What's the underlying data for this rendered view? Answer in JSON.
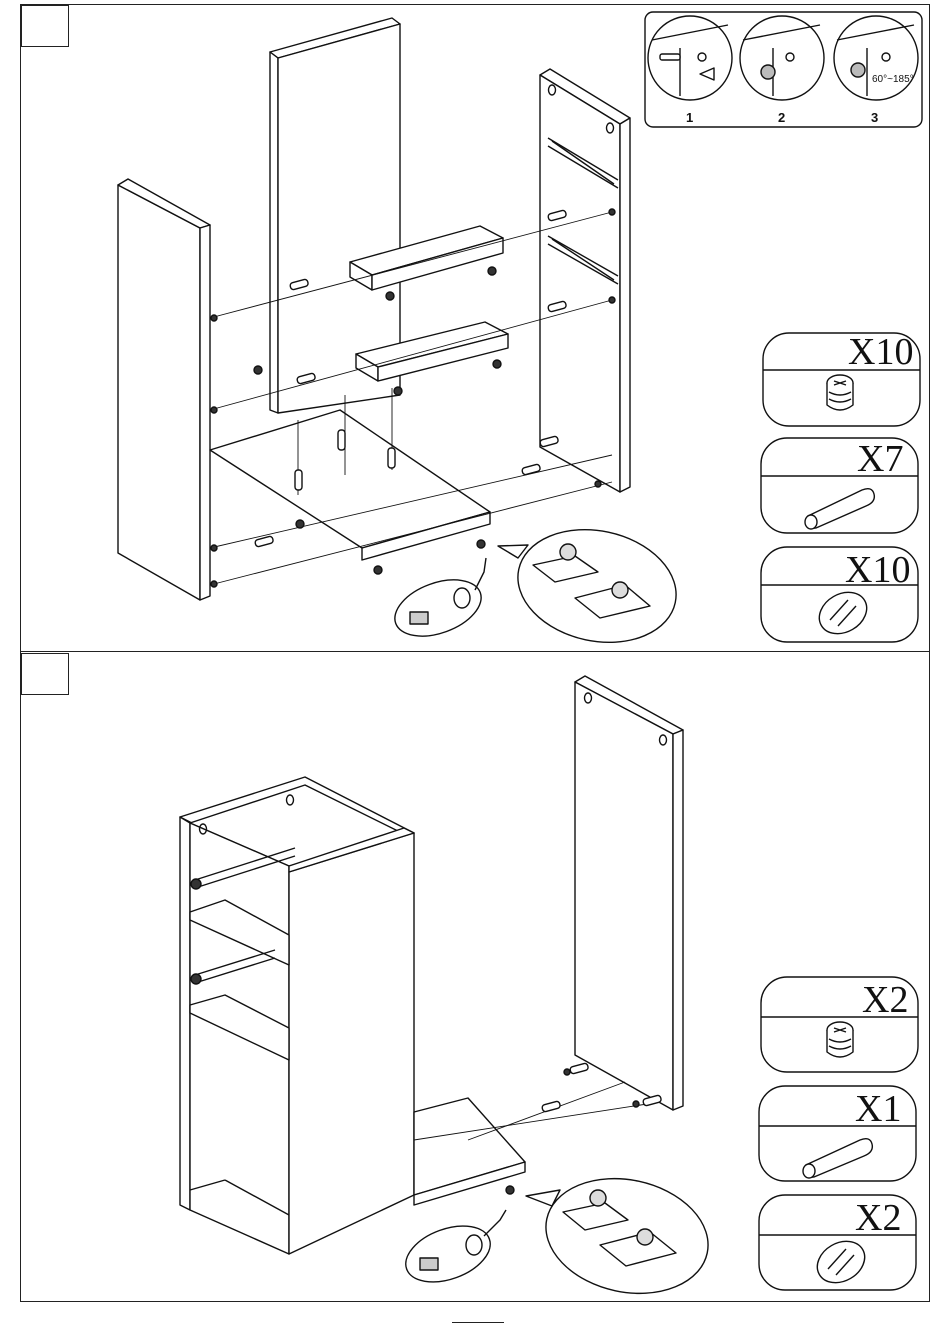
{
  "inset": {
    "labels": [
      "1",
      "2",
      "3"
    ],
    "angle_text": "60°~185°"
  },
  "step1": {
    "counts": [
      "X10",
      "X7",
      "X10"
    ]
  },
  "step2": {
    "counts": [
      "X2",
      "X1",
      "X2"
    ]
  },
  "colors": {
    "line": "#111111",
    "panel": "#ffffff",
    "frame": "#222222"
  }
}
